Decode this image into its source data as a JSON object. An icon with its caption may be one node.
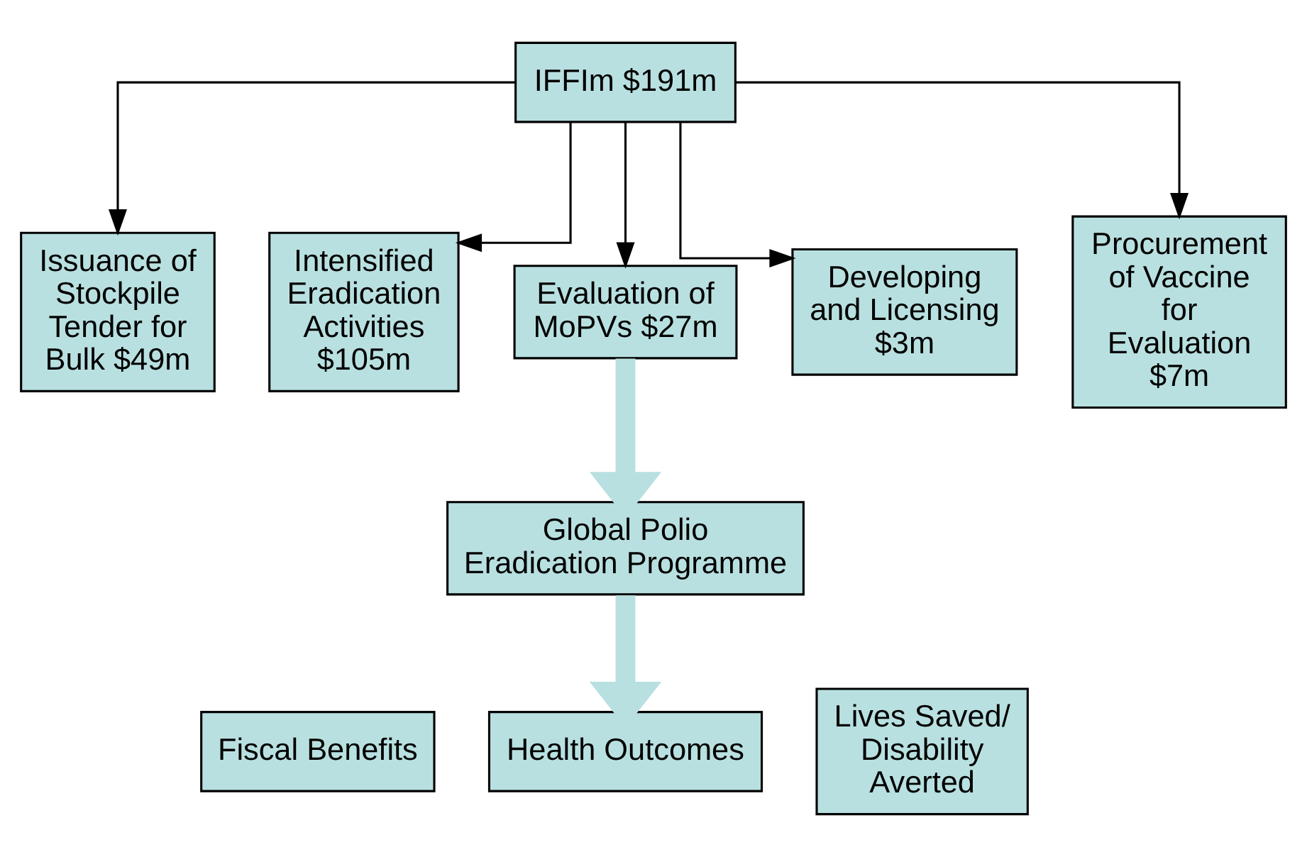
{
  "diagram": {
    "nodes": [
      {
        "text": [
          "IFFIm $191m"
        ]
      },
      {
        "text": [
          "Issuance of Stockpile Tender for Bulk $49m"
        ]
      },
      {
        "text": [
          "Intensified Eradication Activities $105m"
        ]
      },
      {
        "text": [
          "Evaluation of MoPVs $27m"
        ]
      },
      {
        "text": [
          "Developing and Licensing $3m"
        ]
      },
      {
        "text": [
          "Procurement of Vaccine for Evaluation $7m"
        ]
      },
      {
        "text": [
          "Global Polio Eradication Programme"
        ]
      },
      {
        "text": [
          "Fiscal Benefits"
        ]
      },
      {
        "text": [
          "Health Outcomes"
        ]
      },
      {
        "text": [
          "Lives Saved/ Disability Averted"
        ]
      }
    ],
    "edges": [
      {
        "from": 0,
        "to": 1,
        "arrow": "to"
      },
      {
        "from": 0,
        "to": 2,
        "arrow": "to"
      },
      {
        "from": 0,
        "to": 3,
        "arrow": "to"
      },
      {
        "from": 0,
        "to": 4,
        "arrow": "to"
      },
      {
        "from": 0,
        "to": 5,
        "arrow": "to"
      },
      {
        "from": 3,
        "to": 6,
        "arrow": "to",
        "style": "thick",
        "color": "#b9e0e0"
      },
      {
        "from": 6,
        "to": 8,
        "arrow": "to",
        "style": "thick",
        "color": "#b9e0e0"
      }
    ]
  }
}
